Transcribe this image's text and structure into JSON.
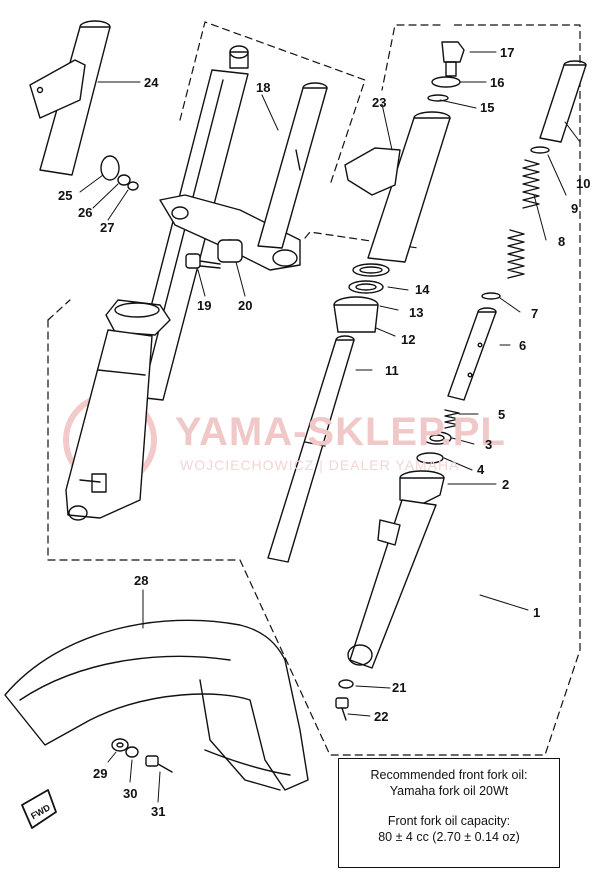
{
  "watermark": {
    "brand": "YAMA-SKLEP.PL",
    "tagline": "WOJCIECHOWICZ | DEALER YAMAHA"
  },
  "callouts": [
    "1",
    "2",
    "3",
    "4",
    "5",
    "6",
    "7",
    "8",
    "9",
    "10",
    "11",
    "12",
    "13",
    "14",
    "15",
    "16",
    "17",
    "18",
    "19",
    "20",
    "21",
    "22",
    "23",
    "24",
    "25",
    "26",
    "27",
    "28",
    "29",
    "30",
    "31"
  ],
  "notes": {
    "oil_title": "Recommended front fork oil:",
    "oil_value": "Yamaha fork oil  20Wt",
    "capacity_title": "Front fork oil capacity:",
    "capacity_value": "80 ± 4 cc (2.70 ± 0.14 oz)"
  },
  "direction_badge": "FWD"
}
